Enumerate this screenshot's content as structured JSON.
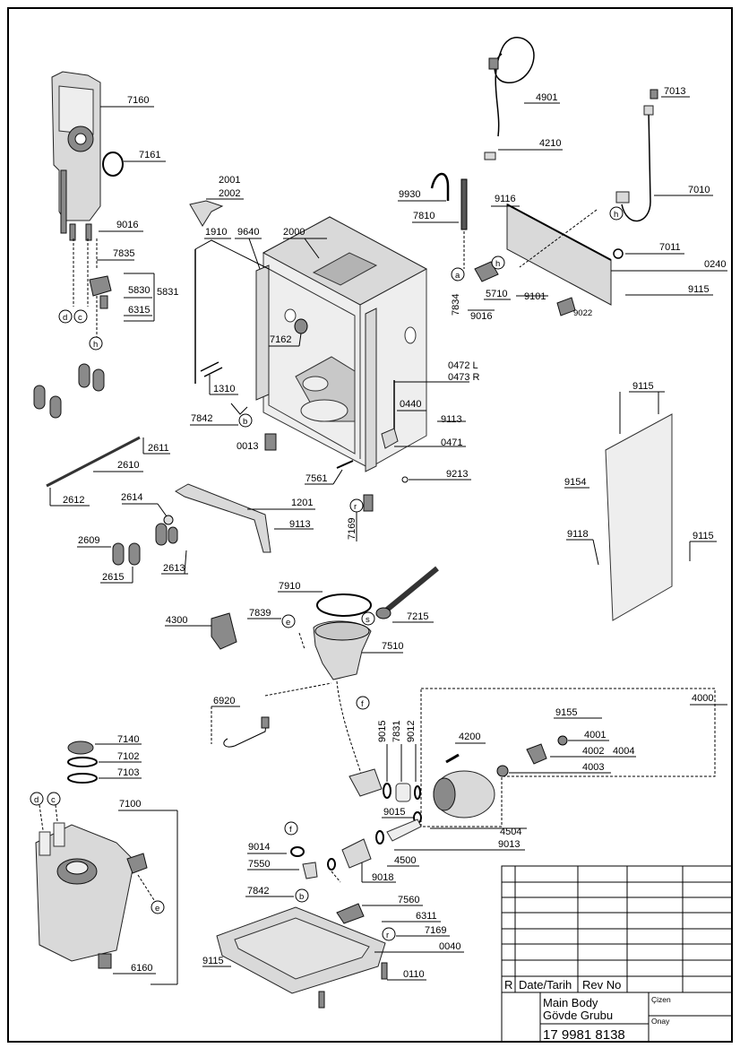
{
  "part_labels": {
    "p7160": "7160",
    "p7161": "7161",
    "p9016a": "9016",
    "p7835": "7835",
    "p5830": "5830",
    "p5831": "5831",
    "p6315": "6315",
    "p2001": "2001",
    "p2002": "2002",
    "p1910": "1910",
    "p9640": "9640",
    "p2000": "2000",
    "p4901": "4901",
    "p4210": "4210",
    "p7013": "7013",
    "p7010": "7010",
    "p9930": "9930",
    "p7810": "7810",
    "p9116": "9116",
    "p7011": "7011",
    "p0240": "0240",
    "p7834": "7834",
    "p5710": "5710",
    "p9101": "9101",
    "p9016b": "9016",
    "p9022": "9022",
    "p9115a": "9115",
    "p7162": "7162",
    "p1310": "1310",
    "p0472": "0472 L",
    "p0473": "0473 R",
    "p0440": "0440",
    "p9113a": "9113",
    "p0471": "0471",
    "p7842a": "7842",
    "p0013": "0013",
    "p2611": "2611",
    "p2610": "2610",
    "p2612": "2612",
    "p7561": "7561",
    "p9213": "9213",
    "p7169a": "7169",
    "p2614": "2614",
    "p1201": "1201",
    "p9113b": "9113",
    "p2609": "2609",
    "p2613": "2613",
    "p2615": "2615",
    "p9115b": "9115",
    "p9154": "9154",
    "p9118": "9118",
    "p9115c": "9115",
    "p7910": "7910",
    "p7215": "7215",
    "p4300": "4300",
    "p7839": "7839",
    "p7510": "7510",
    "p6920": "6920",
    "p4000": "4000",
    "p9155": "9155",
    "p4001": "4001",
    "p4002": "4002",
    "p4004": "4004",
    "p4003": "4003",
    "p9015a": "9015",
    "p7831": "7831",
    "p9012": "9012",
    "p4200": "4200",
    "p9015b": "9015",
    "p4504": "4504",
    "p9013": "9013",
    "p4500": "4500",
    "p9018": "9018",
    "p9014": "9014",
    "p7550": "7550",
    "p7140": "7140",
    "p7102": "7102",
    "p7103": "7103",
    "p7100": "7100",
    "p6160": "6160",
    "p7842b": "7842",
    "p7560": "7560",
    "p6311": "6311",
    "p7169b": "7169",
    "p0040": "0040",
    "p9115d": "9115",
    "p0110": "0110"
  },
  "callouts": {
    "a": "a",
    "b": "b",
    "c": "c",
    "d": "d",
    "e": "e",
    "f": "f",
    "h": "h",
    "r": "r",
    "s": "s"
  },
  "title_block": {
    "rev_marker": "R",
    "date_header": "Date/Tarih",
    "rev_header": "Rev No",
    "title_en": "Main Body",
    "title_tr": "Gövde Grubu",
    "part_number": "17 9981 8138",
    "drawn_by_label": "Çizen",
    "approved_label": "Onay"
  }
}
